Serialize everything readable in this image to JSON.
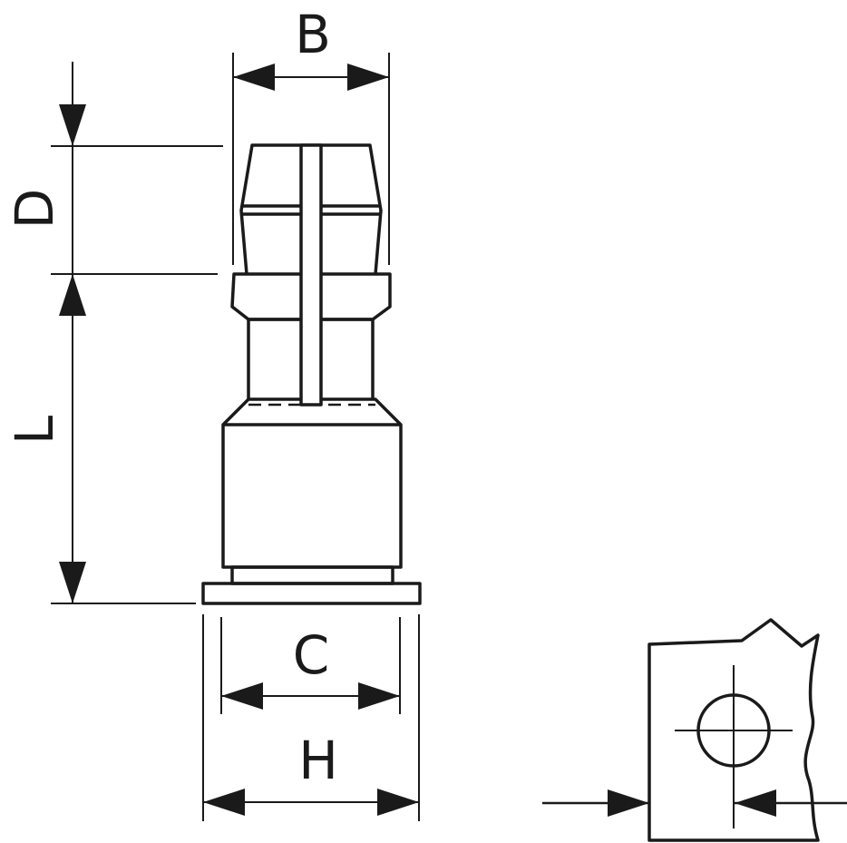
{
  "labels": {
    "b": "B",
    "d": "D",
    "l": "L",
    "c": "C",
    "h": "H"
  },
  "colors": {
    "stroke": "#1a1a1a",
    "background": "#ffffff"
  }
}
